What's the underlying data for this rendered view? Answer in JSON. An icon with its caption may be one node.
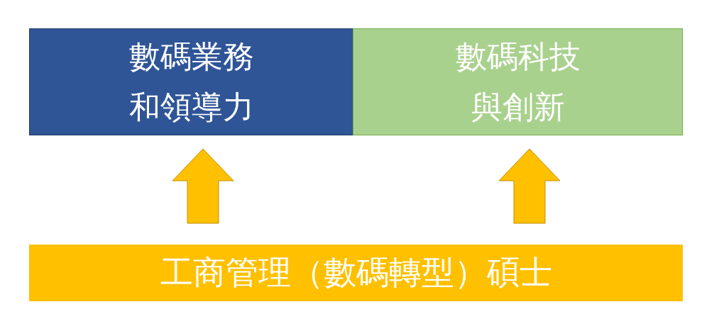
{
  "diagram": {
    "nodes": [
      {
        "text": [
          "數碼業務和領導力"
        ]
      },
      {
        "text": [
          "數碼科技與創新"
        ]
      },
      {
        "text": [
          "工商管理（數碼轉型）碩士"
        ]
      }
    ],
    "edges": [
      {
        "from": 2,
        "to": 0,
        "arrow": "to"
      },
      {
        "from": 2,
        "to": 1,
        "arrow": "to"
      }
    ]
  }
}
